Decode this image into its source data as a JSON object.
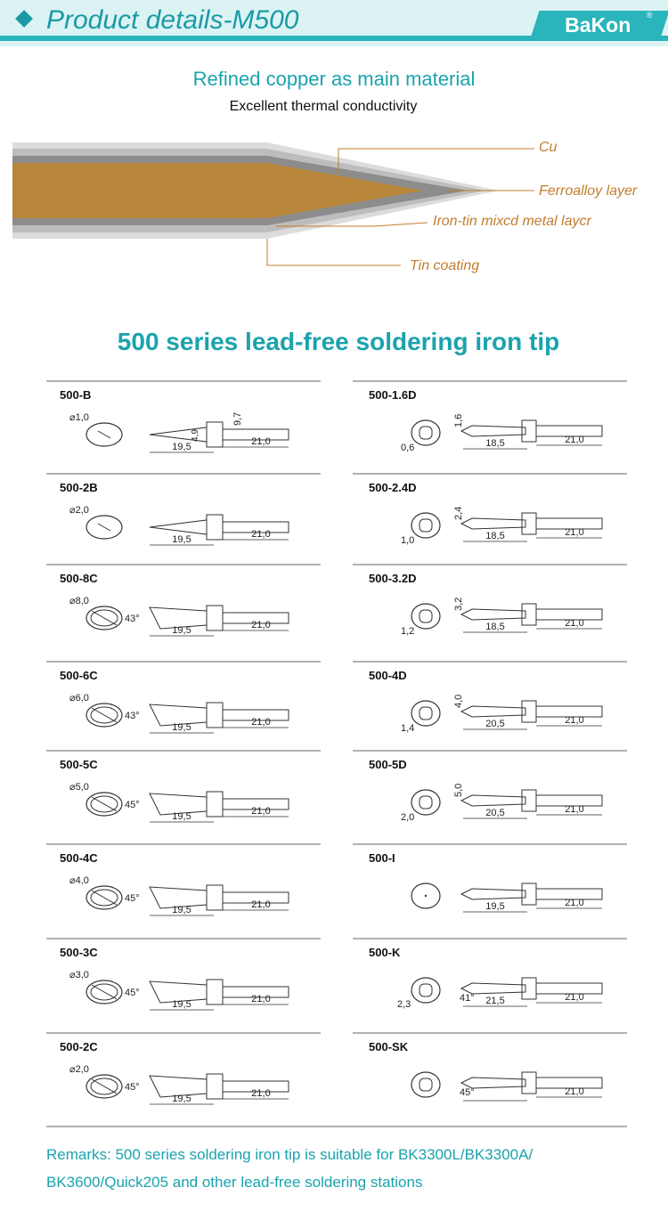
{
  "header": {
    "title": "Product details-M500",
    "brand": "BaKon",
    "trademark": "®",
    "accent_color": "#2ab5bd"
  },
  "intro": {
    "heading": "Refined copper as main material",
    "subheading": "Excellent thermal conductivity",
    "layer_labels": {
      "cu": "Cu",
      "ferroalloy": "Ferroalloy layer",
      "iron_tin": "Iron-tin mixcd metal laycr",
      "tin": "Tin coating"
    }
  },
  "series": {
    "title": "500 series lead-free soldering iron tip",
    "left_tips": [
      {
        "model": "500-B",
        "dia": "1,0",
        "angle": "",
        "len1": "19,5",
        "len2": "21,0",
        "h": "9,7",
        "h2": "4,9"
      },
      {
        "model": "500-2B",
        "dia": "2,0",
        "angle": "",
        "len1": "19,5",
        "len2": "21,0"
      },
      {
        "model": "500-8C",
        "dia": "8,0",
        "angle": "43°",
        "len1": "19,5",
        "len2": "21,0"
      },
      {
        "model": "500-6C",
        "dia": "6,0",
        "angle": "43°",
        "len1": "19,5",
        "len2": "21,0"
      },
      {
        "model": "500-5C",
        "dia": "5,0",
        "angle": "45°",
        "len1": "19,5",
        "len2": "21,0"
      },
      {
        "model": "500-4C",
        "dia": "4,0",
        "angle": "45°",
        "len1": "19,5",
        "len2": "21,0"
      },
      {
        "model": "500-3C",
        "dia": "3,0",
        "angle": "45°",
        "len1": "19,5",
        "len2": "21,0"
      },
      {
        "model": "500-2C",
        "dia": "2,0",
        "angle": "45°",
        "len1": "19,5",
        "len2": "21,0"
      }
    ],
    "right_tips": [
      {
        "model": "500-1.6D",
        "w": "0,6",
        "h": "1,6",
        "len1": "18,5",
        "len2": "21,0"
      },
      {
        "model": "500-2.4D",
        "w": "1,0",
        "h": "2,4",
        "len1": "18,5",
        "len2": "21,0"
      },
      {
        "model": "500-3.2D",
        "w": "1,2",
        "h": "3,2",
        "len1": "18,5",
        "len2": "21,0"
      },
      {
        "model": "500-4D",
        "w": "1,4",
        "h": "4,0",
        "len1": "20,5",
        "len2": "21,0"
      },
      {
        "model": "500-5D",
        "w": "2,0",
        "h": "5,0",
        "len1": "20,5",
        "len2": "21,0"
      },
      {
        "model": "500-I",
        "w": "",
        "h": "",
        "len1": "19,5",
        "len2": "21,0"
      },
      {
        "model": "500-K",
        "w": "2,3",
        "h": "41°",
        "len1": "21,5",
        "len2": "21,0"
      },
      {
        "model": "500-SK",
        "w": "",
        "h": "45°",
        "len1": "",
        "len2": "21,0"
      }
    ]
  },
  "remarks": {
    "line1": "Remarks: 500 series soldering iron tip is suitable for BK3300L/BK3300A/",
    "line2": "BK3600/Quick205 and other lead-free soldering stations"
  }
}
